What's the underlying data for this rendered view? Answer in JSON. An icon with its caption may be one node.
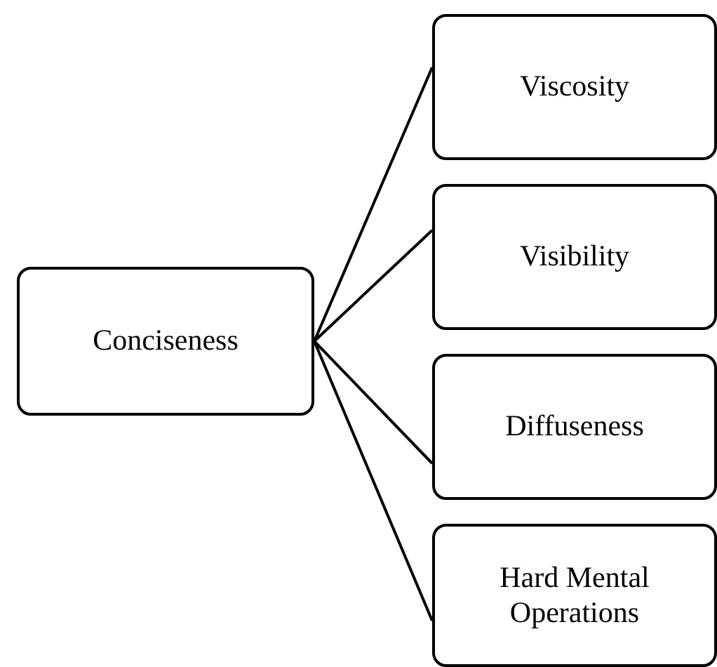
{
  "diagram": {
    "nodes": [
      {
        "text": [
          "Conciseness"
        ]
      },
      {
        "text": [
          "Viscosity"
        ]
      },
      {
        "text": [
          "Visibility"
        ]
      },
      {
        "text": [
          "Diffuseness"
        ]
      },
      {
        "text": [
          "Hard Mental Operations"
        ]
      }
    ],
    "edges": [
      {
        "from": 0,
        "to": 1,
        "arrow": "none"
      },
      {
        "from": 0,
        "to": 2,
        "arrow": "none"
      },
      {
        "from": 0,
        "to": 3,
        "arrow": "none"
      },
      {
        "from": 0,
        "to": 4,
        "arrow": "none"
      }
    ]
  }
}
